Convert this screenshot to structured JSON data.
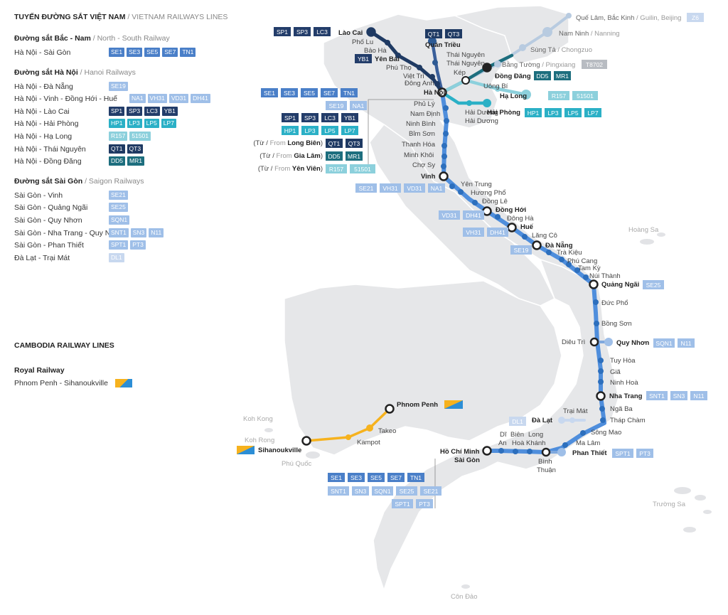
{
  "colors": {
    "darkblue": "#1f3a63",
    "navy": "#233d6a",
    "teal": "#1d6e7e",
    "cyan": "#2bb0c6",
    "lightcyan": "#8cd0dc",
    "blue": "#4a7fc8",
    "mainline": "#4f8edc",
    "paleblue": "#9fbfe8",
    "verypale": "#c8d8ef",
    "grey": "#b8bcc2",
    "land": "#e6e7e9",
    "orange": "#f6b21e"
  },
  "legend": {
    "title": "TUYẾN ĐƯỜNG SẮT VIỆT NAM",
    "title_en": " / VIETNAM RAILWAYS LINES",
    "sections": [
      {
        "head": "Đường sắt Bắc - Nam",
        "head_en": " / North - South Railway",
        "rows": [
          {
            "route": "Hà Nội - Sài Gòn",
            "codes": [
              "SE1",
              "SE3",
              "SE5",
              "SE7",
              "TN1"
            ],
            "color": "blue"
          }
        ]
      },
      {
        "head": "Đường sắt Hà Nội",
        "head_en": " / Hanoi Railways",
        "rows": [
          {
            "route": "Hà Nội - Đà Nẵng",
            "codes": [
              "SE19"
            ],
            "color": "paleblue"
          },
          {
            "route": "Hà Nội - Vinh - Đồng Hới - Huế",
            "codes": [
              "NA1",
              "VH31",
              "VD31",
              "DH41"
            ],
            "color": "paleblue"
          },
          {
            "route": "Hà Nội - Lào Cai",
            "codes": [
              "SP1",
              "SP3",
              "LC3",
              "YB1"
            ],
            "color": "navy"
          },
          {
            "route": "Hà Nội - Hải Phòng",
            "codes": [
              "HP1",
              "LP3",
              "LP5",
              "LP7"
            ],
            "color": "cyan"
          },
          {
            "route": "Hà Nội - Hạ Long",
            "codes": [
              "R157",
              "51501"
            ],
            "color": "lightcyan"
          },
          {
            "route": "Hà Nội - Thái Nguyên",
            "codes": [
              "QT1",
              "QT3"
            ],
            "color": "darkblue"
          },
          {
            "route": "Hà Nội - Đồng Đăng",
            "codes": [
              "DD5",
              "MR1"
            ],
            "color": "teal"
          }
        ]
      },
      {
        "head": "Đường sắt Sài Gòn",
        "head_en": " / Saigon Railways",
        "rows": [
          {
            "route": "Sài Gòn - Vinh",
            "codes": [
              "SE21"
            ],
            "color": "paleblue"
          },
          {
            "route": "Sài Gòn - Quảng Ngãi",
            "codes": [
              "SE25"
            ],
            "color": "paleblue"
          },
          {
            "route": "Sài Gòn - Quy Nhơn",
            "codes": [
              "SQN1"
            ],
            "color": "paleblue"
          },
          {
            "route": "Sài Gòn - Nha Trang - Quy Nhơn",
            "codes": [
              "SNT1",
              "SN3",
              "N11"
            ],
            "color": "paleblue"
          },
          {
            "route": "Sài Gòn - Phan Thiết",
            "codes": [
              "SPT1",
              "PT3"
            ],
            "color": "paleblue"
          },
          {
            "route": "Đà Lạt - Trại Mát",
            "codes": [
              "DL1"
            ],
            "color": "verypale"
          }
        ]
      }
    ]
  },
  "cambodia": {
    "title": "CAMBODIA RAILWAY LINES",
    "royal_head": "Royal Railway",
    "route": "Phnom Penh - Sihanoukville"
  },
  "map_labels": {
    "stations": {
      "laocai": "Lào Cai",
      "pholu": "Phố Lu",
      "baoha": "Bảo Hà",
      "yenbai": "Yên Bái",
      "phutho": "Phú Thọ",
      "viettri": "Việt Trì",
      "donganh": "Đông Anh",
      "hanoi": "Hà Nội",
      "quantrieu": "Quán Triều",
      "thainguyen": "Thái Nguyên",
      "kep": "Kép",
      "uongbi": "Uông Bí",
      "halong": "Hạ Long",
      "haiduong": "Hải Dương",
      "haiphong": "Hải Phòng",
      "dongdang": "Đồng Đăng",
      "bangtuong": "Bằng Tường",
      "bangtuong_en": " / Pingxiang",
      "sungta": "Sùng Tả",
      "sungta_en": " / Chongzuo",
      "namninh": "Nam Ninh",
      "namninh_en": " / Nanning",
      "quelam": "Quế Lâm, Bắc Kinh",
      "quelam_en": " / Guilin, Beijing",
      "phuly": "Phủ Lý",
      "namdinh": "Nam Định",
      "ninhbinh": "Ninh Bình",
      "bimson": "Bỉm Sơn",
      "thanhhoa": "Thanh Hóa",
      "minhkhoi": "Minh Khôi",
      "chosy": "Chợ Sy",
      "vinh": "Vinh",
      "yentrung": "Yên Trung",
      "huongpho": "Hương Phổ",
      "dongle": "Đồng Lê",
      "donghoi": "Đồng Hới",
      "dongha": "Đông Hà",
      "hue": "Huế",
      "langco": "Lăng Cô",
      "danang": "Đà Nẵng",
      "trakieu": "Trà Kiệu",
      "phucang": "Phú Cang",
      "tamky": "Tam Kỳ",
      "nuithanh": "Núi Thành",
      "quangngai": "Quảng Ngãi",
      "ducpho": "Đức Phổ",
      "bongson": "Bồng Sơn",
      "dieutri": "Diêu Trì",
      "quynhon": "Quy Nhơn",
      "tuyhoa": "Tuy Hòa",
      "gia": "Giã",
      "ninhhoa": "Ninh Hoà",
      "nhatrang": "Nha Trang",
      "ngaba": "Ngã Ba",
      "thapcham": "Tháp Chàm",
      "traimat": "Trại Mát",
      "dalat": "Đà Lạt",
      "songmao": "Sông Mao",
      "malam": "Ma Lâm",
      "phanthiet": "Phan Thiết",
      "binhthuan1": "Bình",
      "binhthuan2": "Thuận",
      "longkhanh1": "Long",
      "longkhanh2": "Khánh",
      "bienhoa1": "Biên",
      "bienhoa2": "Hoà",
      "dian1": "Dĩ",
      "dian2": "An",
      "hcm": "Hồ Chí Minh",
      "saigon": "Sài Gòn",
      "phnompenh": "Phnom Penh",
      "takeo": "Takeo",
      "kampot": "Kampot",
      "sihanoukville": "Sihanoukville"
    },
    "geo": {
      "hoangsa": "Hoàng Sa",
      "truongsa": "Trường Sa",
      "condao": "Côn Đảo",
      "kohkong": "Koh Kong",
      "kohrong": "Koh Rong",
      "phuquoc": "Phú Quốc"
    },
    "from_labels": [
      {
        "pre": "(Từ / ",
        "en": "From ",
        "name": "Long Biên",
        "post": ")"
      },
      {
        "pre": "(Từ / ",
        "en": "From ",
        "name": "Gia Lâm",
        "post": ")"
      },
      {
        "pre": "(Từ / ",
        "en": "From ",
        "name": "Yên Viên",
        "post": ")"
      }
    ]
  },
  "map_badges": {
    "laocai": [
      "SP1",
      "SP3",
      "LC3"
    ],
    "yenbai": [
      "YB1"
    ],
    "quantrieu": [
      "QT1",
      "QT3"
    ],
    "dongdang": [
      "DD5",
      "MR1"
    ],
    "halong": [
      "R157",
      "51501"
    ],
    "haiphong": [
      "HP1",
      "LP3",
      "LP5",
      "LP7"
    ],
    "china": [
      "T8702",
      "Z6"
    ],
    "china_z6": [
      "Z6"
    ],
    "pingxiang": [
      "T8702"
    ],
    "hn1": [
      "SE1",
      "SE3",
      "SE5",
      "SE7",
      "TN1"
    ],
    "hn2": [
      "SE19",
      "NA1"
    ],
    "hn3": [
      "SP1",
      "SP3",
      "LC3",
      "YB1"
    ],
    "hn4": [
      "HP1",
      "LP3",
      "LP5",
      "LP7"
    ],
    "hn5": [
      "QT1",
      "QT3"
    ],
    "hn6": [
      "DD5",
      "MR1"
    ],
    "hn7": [
      "R157",
      "51501"
    ],
    "vinh": [
      "SE21",
      "VH31",
      "VD31",
      "NA1"
    ],
    "donghoi": [
      "VD31",
      "DH41"
    ],
    "hue": [
      "VH31",
      "DH41"
    ],
    "danang": [
      "SE19"
    ],
    "quangngai": [
      "SE25"
    ],
    "quynhon": [
      "SQN1",
      "N11"
    ],
    "nhatrang": [
      "SNT1",
      "SN3",
      "N11"
    ],
    "dalat": [
      "DL1"
    ],
    "phanthiet": [
      "SPT1",
      "PT3"
    ],
    "sg1": [
      "SE1",
      "SE3",
      "SE5",
      "SE7",
      "TN1"
    ],
    "sg2": [
      "SNT1",
      "SN3",
      "SQN1",
      "SE25",
      "SE21"
    ],
    "sg3": [
      "SPT1",
      "PT3"
    ]
  }
}
